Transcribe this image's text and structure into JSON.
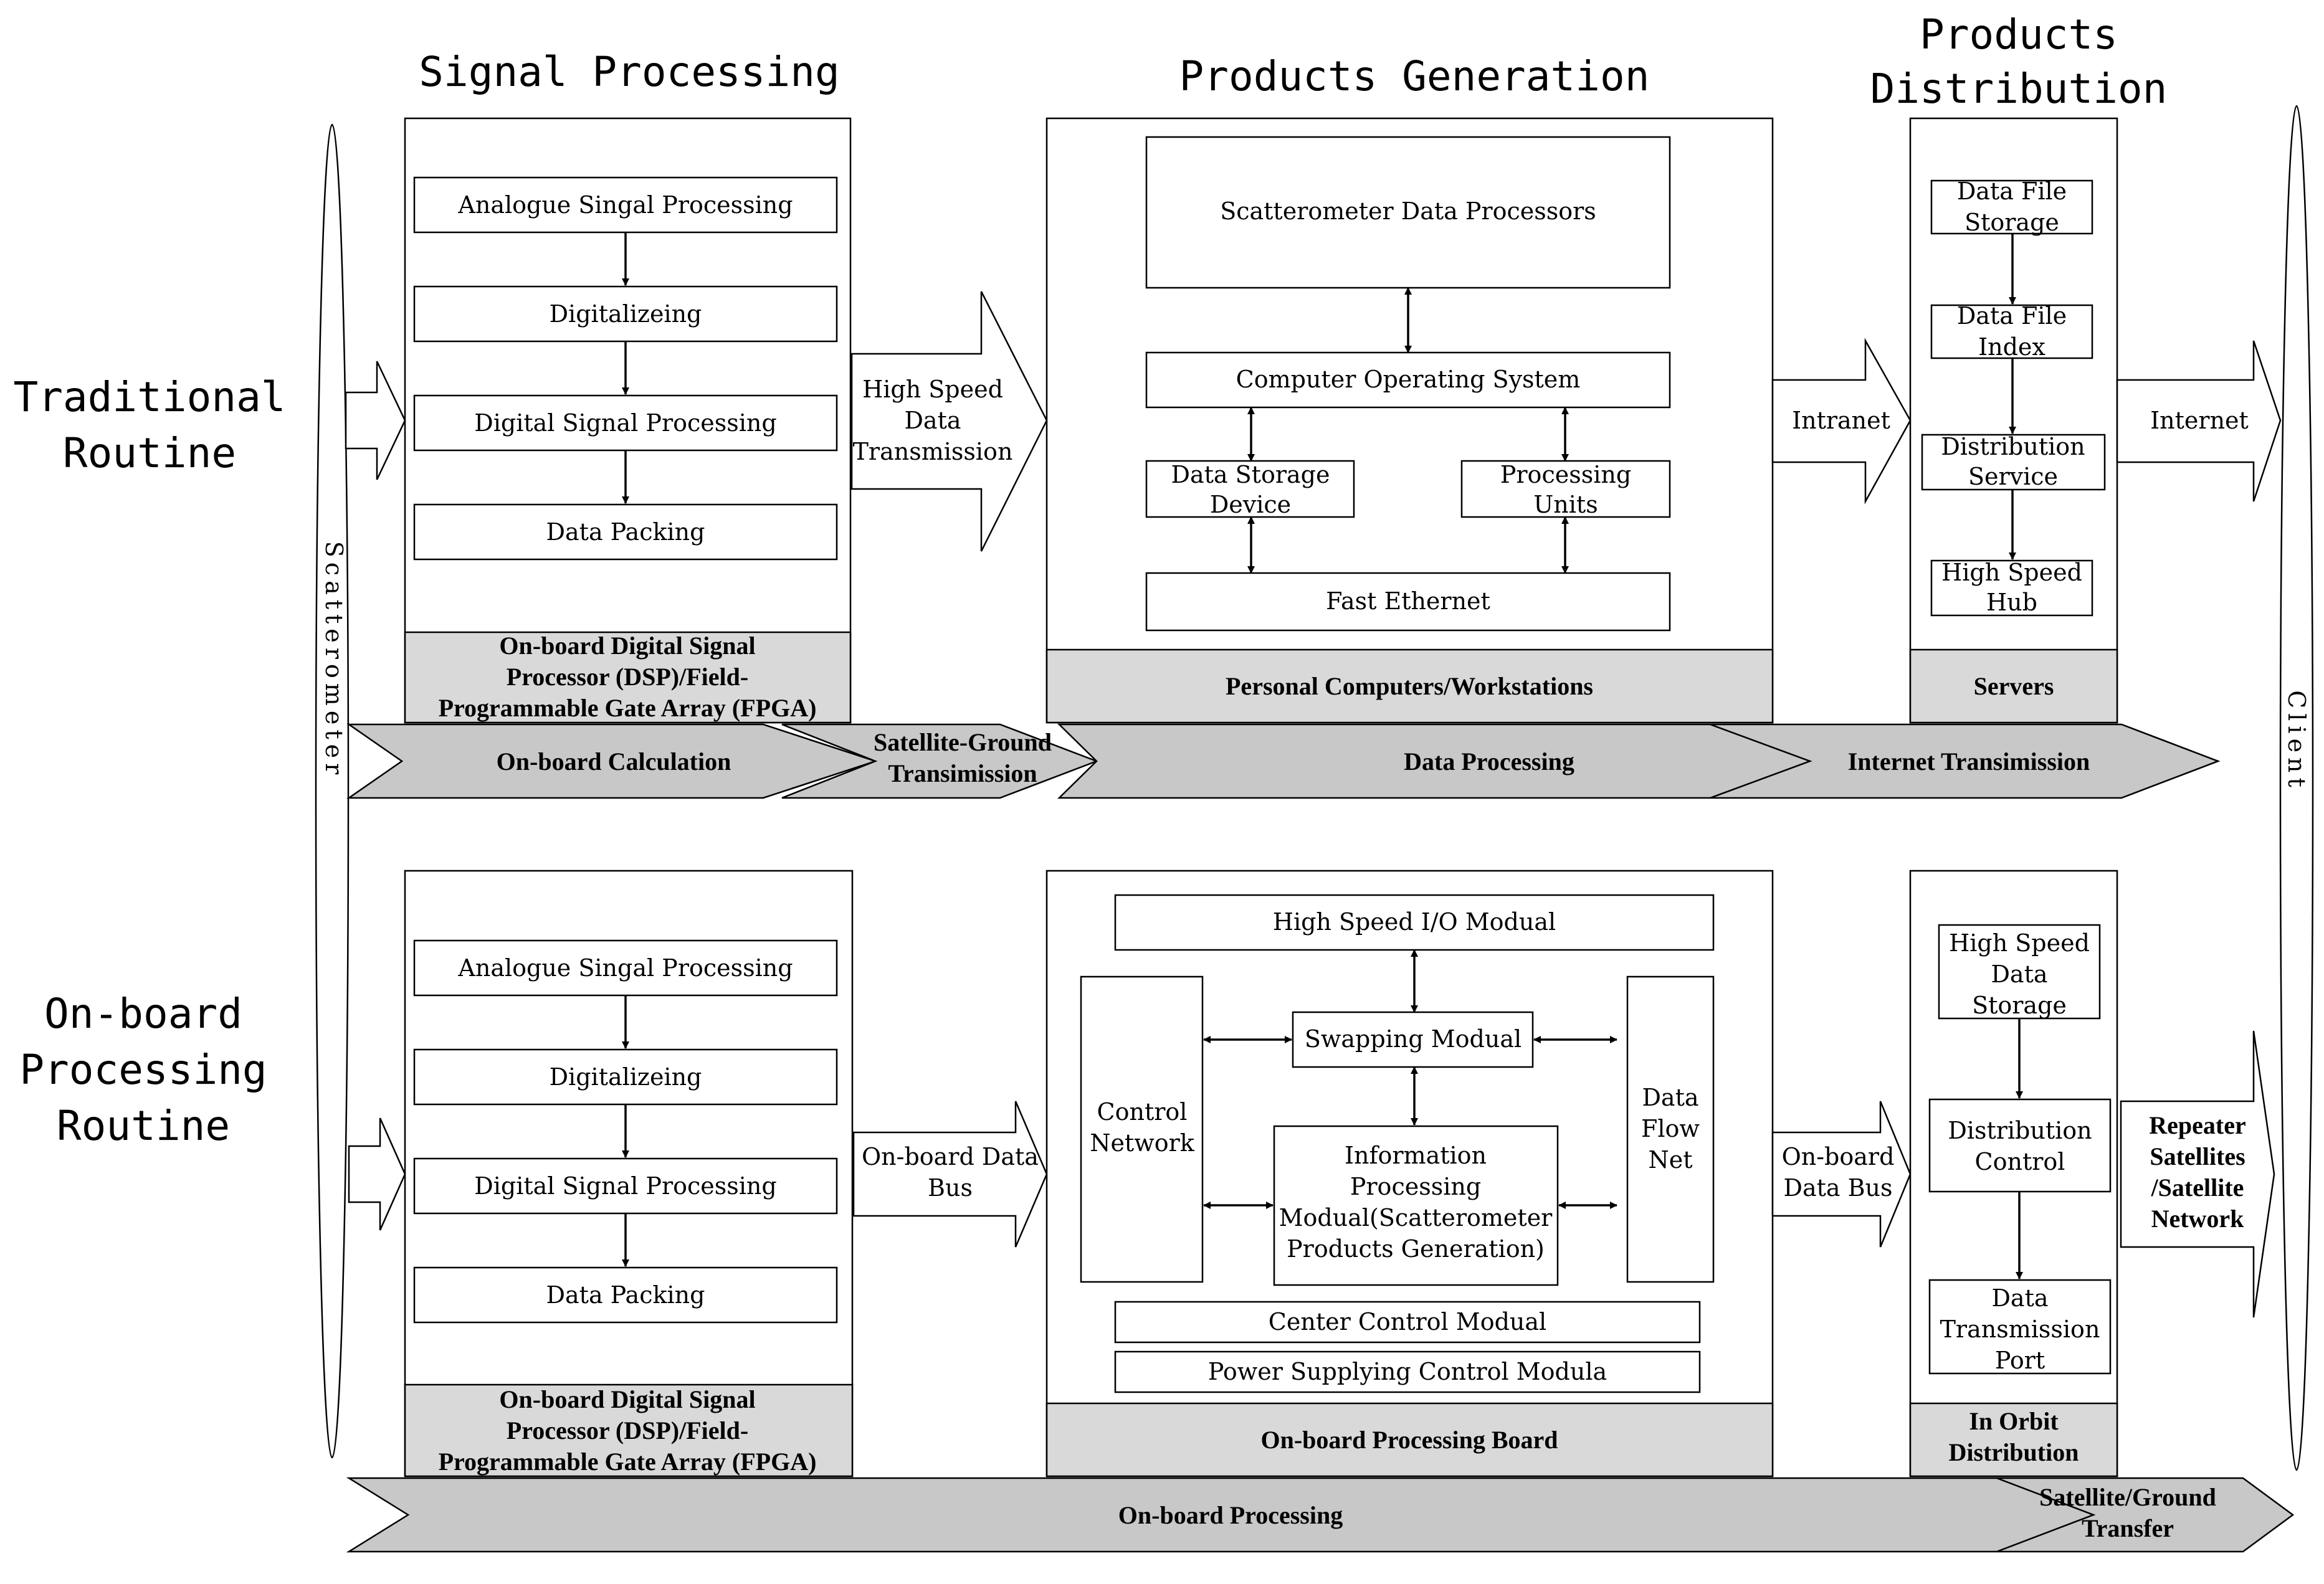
{
  "headers": {
    "signal_processing": "Signal Processing",
    "products_generation": "Products Generation",
    "products_distribution_1": "Products",
    "products_distribution_2": "Distribution"
  },
  "routines": {
    "traditional": [
      "Traditional",
      "Routine"
    ],
    "onboard": [
      "On-board",
      "Processing",
      "Routine"
    ]
  },
  "side_labels": {
    "scatterometer": "Scatterometer",
    "client": "Client"
  },
  "signal_steps": [
    "Analogue Singal Processing",
    "Digitalizeing",
    "Digital Signal Processing",
    "Data Packing"
  ],
  "signal_hardware": [
    "On-board Digital Signal",
    "Processor (DSP)/Field-",
    "Programmable Gate Array (FPGA)"
  ],
  "traditional": {
    "high_speed": [
      "High Speed",
      "Data",
      "Transmission"
    ],
    "generation": {
      "processors": "Scatterometer Data Processors",
      "os": "Computer Operating System",
      "storage": [
        "Data Storage",
        "Device"
      ],
      "units": [
        "Processing",
        "Units"
      ],
      "ethernet": "Fast Ethernet",
      "footer": "Personal Computers/Workstations"
    },
    "intranet": "Intranet",
    "distribution": {
      "storage": [
        "Data File",
        "Storage"
      ],
      "index": [
        "Data File",
        "Index"
      ],
      "service": [
        "Distribution",
        "Service"
      ],
      "hub": [
        "High Speed",
        "Hub"
      ],
      "footer": "Servers"
    },
    "internet": "Internet",
    "stages": [
      "On-board Calculation",
      "Satellite-Ground",
      "Transimission",
      "Data Processing",
      "Internet Transimission"
    ]
  },
  "onboard": {
    "bus1": [
      "On-board Data",
      "Bus"
    ],
    "board": {
      "io": "High Speed I/O Modual",
      "control_net": [
        "Control",
        "Network"
      ],
      "swapping": "Swapping Modual",
      "data_flow": [
        "Data",
        "Flow",
        "Net"
      ],
      "info": [
        "Information",
        "Processing",
        "Modual(Scatterometer",
        "Products Generation)"
      ],
      "center": "Center Control Modual",
      "power": "Power Supplying Control Modula",
      "footer": "On-board Processing Board"
    },
    "bus2": [
      "On-board",
      "Data Bus"
    ],
    "distribution": {
      "storage": [
        "High Speed",
        "Data",
        "Storage"
      ],
      "control": [
        "Distribution",
        "Control"
      ],
      "port": [
        "Data",
        "Transmission",
        "Port"
      ],
      "footer": [
        "In Orbit",
        "Distribution"
      ]
    },
    "repeater": [
      "Repeater",
      "Satellites",
      "/Satellite",
      "Network"
    ],
    "stages": [
      "On-board Processing",
      "Satellite/Ground",
      "Transfer"
    ]
  }
}
